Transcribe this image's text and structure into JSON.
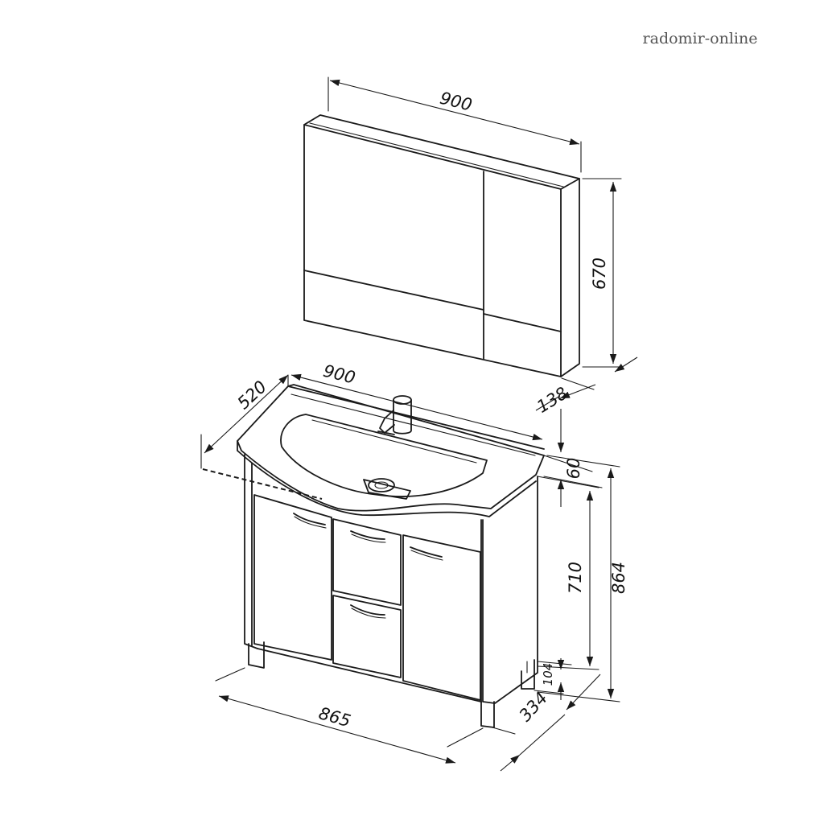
{
  "watermark": "radomir-online",
  "dimensions": {
    "mirror_width": "900",
    "mirror_height": "670",
    "mirror_depth": "138",
    "sink_width": "900",
    "sink_depth": "520",
    "sink_thickness": "60",
    "cabinet_height": "710",
    "total_height": "864",
    "leg_height": "104",
    "cabinet_width": "865",
    "cabinet_depth": "334"
  }
}
